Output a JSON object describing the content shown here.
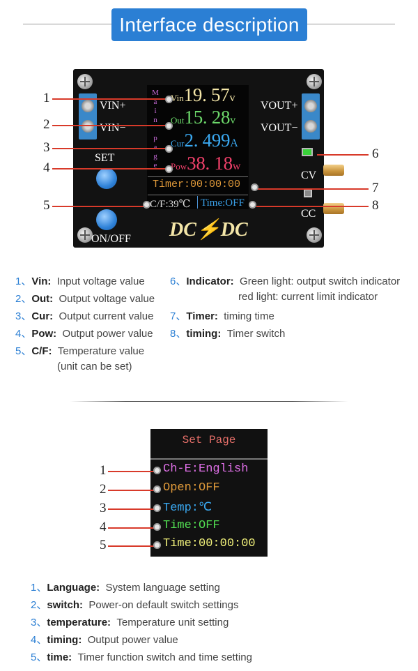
{
  "header": {
    "title": "Interface description",
    "accent": "#2b7fd4"
  },
  "board": {
    "vin_plus": "VIN+",
    "vin_minus": "VIN−",
    "vout_plus": "VOUT+",
    "vout_minus": "VOUT−",
    "set": "SET",
    "onoff": "ON/OFF",
    "cv": "CV",
    "cc": "CC",
    "logo": "DC⚡DC"
  },
  "screen": {
    "main_page": [
      "M",
      "a",
      "i",
      "n",
      " ",
      "p",
      "a",
      "g",
      "e"
    ],
    "readings": [
      {
        "label": "Vin",
        "value": "19. 57",
        "unit": "v",
        "color": "#f4e6a8"
      },
      {
        "label": "Out",
        "value": "15. 28",
        "unit": "v",
        "color": "#6cd86a"
      },
      {
        "label": "Cur",
        "value": "2. 499",
        "unit": "A",
        "color": "#3aa8f0"
      },
      {
        "label": "Pow",
        "value": "38. 18",
        "unit": "w",
        "color": "#f0406a"
      }
    ],
    "timer": "Timer:00:00:00",
    "temp": "C/F:39℃",
    "timer_switch": "Time:OFF"
  },
  "callouts_top": [
    "1",
    "2",
    "3",
    "4",
    "5",
    "6",
    "7",
    "8"
  ],
  "legend_left": [
    {
      "n": "1、",
      "k": "Vin:",
      "d": "Input voltage value"
    },
    {
      "n": "2、",
      "k": "Out:",
      "d": "Output voltage value"
    },
    {
      "n": "3、",
      "k": "Cur:",
      "d": "Output current value"
    },
    {
      "n": "4、",
      "k": "Pow:",
      "d": "Output power value"
    },
    {
      "n": "5、",
      "k": "C/F:",
      "d": "Temperature value"
    }
  ],
  "legend_left_extra": "(unit can be set)",
  "legend_right": [
    {
      "n": "6、",
      "k": "Indicator:",
      "d": "Green light: output switch indicator"
    },
    {
      "n": "",
      "k": "",
      "d": "red light: current limit indicator"
    },
    {
      "n": "7、",
      "k": "Timer:",
      "d": "timing time"
    },
    {
      "n": "8、",
      "k": "timing:",
      "d": "Timer switch"
    }
  ],
  "set_page": {
    "title": "Set Page",
    "items": [
      {
        "text": "Ch-E:English",
        "color": "#e070e8"
      },
      {
        "text": "Open:OFF",
        "color": "#e09a3a"
      },
      {
        "text": "Temp:℃",
        "color": "#3aa8f0"
      },
      {
        "text": "Time:OFF",
        "color": "#52e052"
      },
      {
        "text": "Time:00:00:00",
        "color": "#f0f07a"
      }
    ]
  },
  "callouts_bottom": [
    "1",
    "2",
    "3",
    "4",
    "5"
  ],
  "legend_bottom": [
    {
      "n": "1、",
      "k": "Language:",
      "d": "System language setting"
    },
    {
      "n": "2、",
      "k": "switch:",
      "d": "Power-on default switch settings"
    },
    {
      "n": "3、",
      "k": "temperature:",
      "d": "Temperature unit setting"
    },
    {
      "n": "4、",
      "k": "timing:",
      "d": "Output power value"
    },
    {
      "n": "5、",
      "k": "time:",
      "d": "Timer function switch and time setting"
    }
  ]
}
